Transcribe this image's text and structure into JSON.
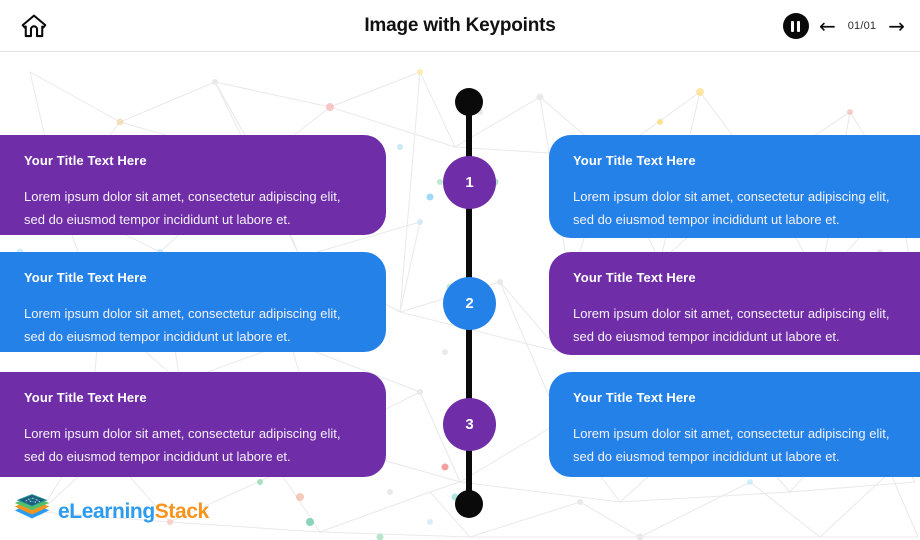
{
  "header": {
    "title": "Image with Keypoints",
    "home_icon": "home-icon",
    "pause_icon": "pause-icon",
    "prev_arrow": "←",
    "next_arrow": "→",
    "page_counter": "01/01"
  },
  "colors": {
    "purple": "#6f2da8",
    "blue": "#2481e8",
    "black": "#0a0a0a",
    "logo_blue": "#2d9bf0",
    "logo_orange": "#f7941d"
  },
  "timeline": {
    "nodes": [
      {
        "label": "1",
        "color": "#6f2da8"
      },
      {
        "label": "2",
        "color": "#2481e8"
      },
      {
        "label": "3",
        "color": "#6f2da8"
      }
    ]
  },
  "cards": {
    "left": [
      {
        "title": "Your Title Text Here",
        "body": "Lorem ipsum dolor sit amet, consectetur adipiscing elit, sed do eiusmod tempor incididunt ut labore et.",
        "color": "#6f2da8"
      },
      {
        "title": "Your Title Text Here",
        "body": "Lorem ipsum dolor sit amet, consectetur adipiscing elit, sed do eiusmod tempor incididunt ut labore et.",
        "color": "#2481e8"
      },
      {
        "title": "Your Title Text Here",
        "body": "Lorem ipsum dolor sit amet, consectetur adipiscing elit, sed do eiusmod tempor incididunt ut labore et.",
        "color": "#6f2da8"
      }
    ],
    "right": [
      {
        "title": "Your Title Text Here",
        "body": "Lorem ipsum dolor sit amet, consectetur adipiscing elit, sed do eiusmod tempor incididunt ut labore et.",
        "color": "#2481e8"
      },
      {
        "title": "Your Title Text Here",
        "body": "Lorem ipsum dolor sit amet, consectetur adipiscing elit, sed do eiusmod tempor incididunt ut labore et.",
        "color": "#6f2da8"
      },
      {
        "title": "Your Title Text Here",
        "body": "Lorem ipsum dolor sit amet, consectetur adipiscing elit, sed do eiusmod tempor incididunt ut labore et.",
        "color": "#2481e8"
      }
    ]
  },
  "logo": {
    "icon": "stacked-layers-icon",
    "word1": "eLearning",
    "word2": "Stack"
  }
}
